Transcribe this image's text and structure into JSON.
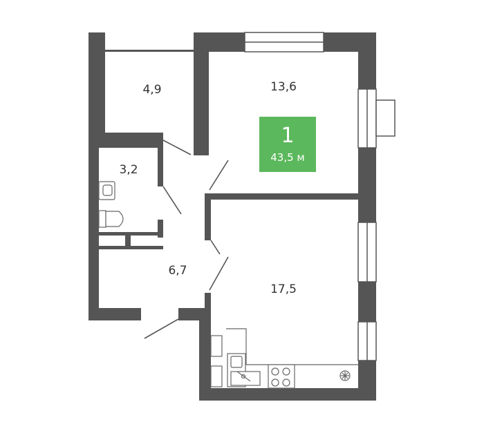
{
  "plan": {
    "colors": {
      "wall": "#555555",
      "window": "#ffffff",
      "fixture": "#666666",
      "badge": "#5cb85c",
      "background": "#ffffff"
    },
    "badge": {
      "rooms": "1",
      "area": "43,5 м"
    },
    "rooms": [
      {
        "id": "storage",
        "area": "4,9"
      },
      {
        "id": "bedroom",
        "area": "13,6"
      },
      {
        "id": "bathroom",
        "area": "3,2"
      },
      {
        "id": "hallway",
        "area": "6,7"
      },
      {
        "id": "living-kitchen",
        "area": "17,5"
      }
    ]
  }
}
